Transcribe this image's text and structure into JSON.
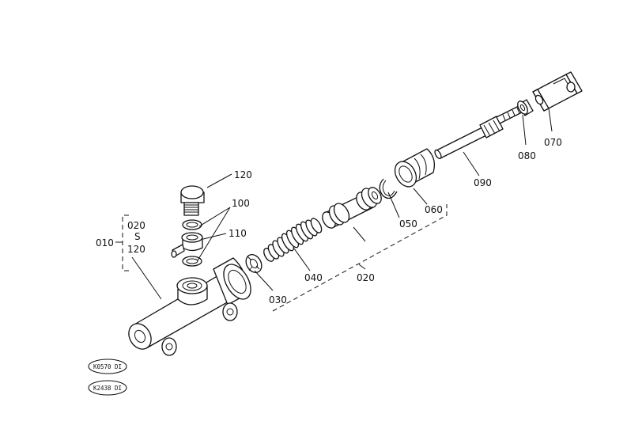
{
  "labels": {
    "p010": "010",
    "p020_range_start": "020",
    "p020_range_sep": "S",
    "p020_range_end": "120",
    "p020": "020",
    "p030": "030",
    "p040": "040",
    "p050": "050",
    "p060": "060",
    "p070": "070",
    "p080": "080",
    "p090": "090",
    "p100": "100",
    "p110": "110",
    "p120": "120"
  },
  "reference_codes": [
    "K0570 DI",
    "K2438 DI"
  ]
}
